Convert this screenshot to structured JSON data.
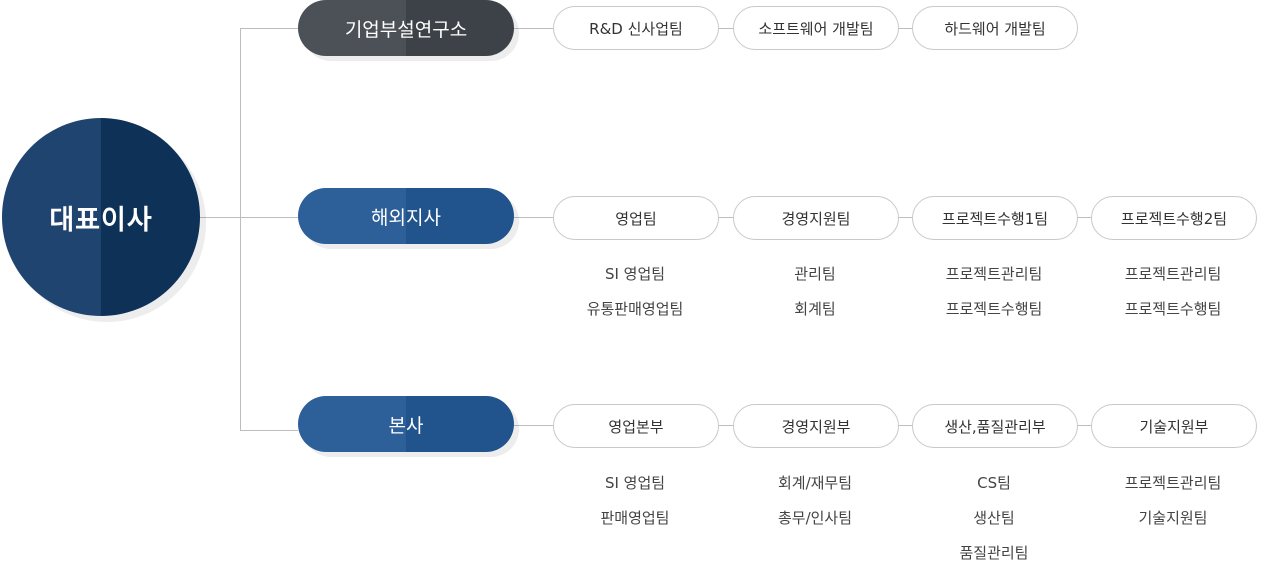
{
  "ceo": {
    "label": "대표이사"
  },
  "departments": [
    {
      "label": "기업부설연구소",
      "teams": [
        {
          "label": "R&D 신사업팀",
          "subs": []
        },
        {
          "label": "소프트웨어 개발팀",
          "subs": []
        },
        {
          "label": "하드웨어 개발팀",
          "subs": []
        }
      ]
    },
    {
      "label": "해외지사",
      "teams": [
        {
          "label": "영업팀",
          "subs": [
            "SI 영업팀",
            "유통판매영업팀"
          ]
        },
        {
          "label": "경영지원팀",
          "subs": [
            "관리팀",
            "회계팀"
          ]
        },
        {
          "label": "프로젝트수행1팀",
          "subs": [
            "프로젝트관리팀",
            "프로젝트수행팀"
          ]
        },
        {
          "label": "프로젝트수행2팀",
          "subs": [
            "프로젝트관리팀",
            "프로젝트수행팀"
          ]
        }
      ]
    },
    {
      "label": "본사",
      "teams": [
        {
          "label": "영업본부",
          "subs": [
            "SI 영업팀",
            "판매영업팀"
          ]
        },
        {
          "label": "경영지원부",
          "subs": [
            "회계/재무팀",
            "총무/인사팀"
          ]
        },
        {
          "label": "생산,품질관리부",
          "subs": [
            "CS팀",
            "생산팀",
            "품질관리팀"
          ]
        },
        {
          "label": "기술지원부",
          "subs": [
            "프로젝트관리팀",
            "기술지원팀"
          ]
        }
      ]
    }
  ]
}
